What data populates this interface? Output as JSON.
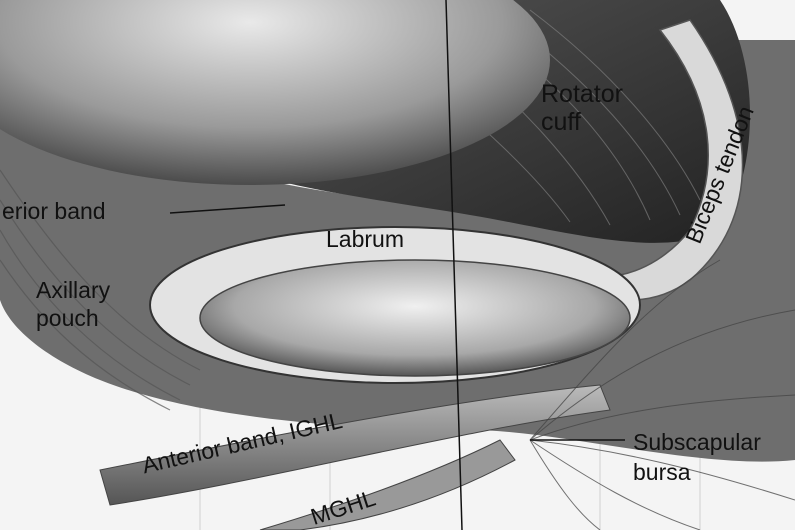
{
  "labels": {
    "rotator_cuff": [
      "Rotator",
      "cuff"
    ],
    "biceps_tendon": "Biceps tendon",
    "anterior_band_upper": "erior band",
    "labrum": "Labrum",
    "axillary_pouch": [
      "Axillary",
      "pouch"
    ],
    "anterior_band_ighl": "Anterior band, IGHL",
    "subscapular_bursa": [
      "Subscapular",
      "bursa"
    ],
    "mghl": "MGHL"
  },
  "colors": {
    "ink": "#111111",
    "paper": "#f6f6f6",
    "shade_dark": "#2a2a2a",
    "shade_mid": "#8a8a8a",
    "shade_light": "#d8d8d8"
  }
}
